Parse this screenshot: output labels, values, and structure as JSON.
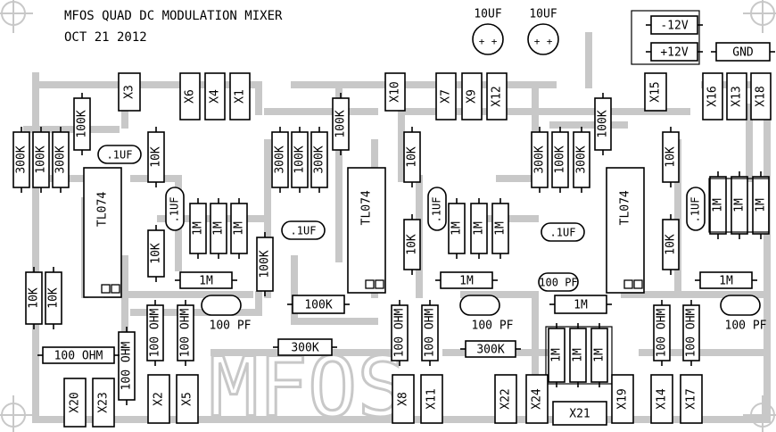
{
  "title": {
    "line1": "MFOS QUAD DC MODULATION MIXER",
    "line2": "OCT 21 2012"
  },
  "watermark": "MFOS",
  "colors": {
    "traces": "#c8c8c8",
    "ink": "#000000",
    "background": "#ffffff"
  },
  "power_labels": {
    "neg": "-12V",
    "pos": "+12V",
    "gnd": "GND"
  },
  "electrolytics": [
    "10UF",
    "10UF"
  ],
  "chips": [
    "TL074",
    "TL074",
    "TL074"
  ],
  "small_caps": [
    ".1UF",
    ".1UF",
    ".1UF",
    ".1UF",
    ".1UF",
    ".1UF"
  ],
  "pf_caps": [
    "100 PF",
    "100 PF",
    "100 PF",
    "100 PF"
  ],
  "resistors": {
    "r300k": "300K",
    "r100k": "100K",
    "r10k": "10K",
    "r1m": "1M",
    "r100ohm": "100 OHM"
  },
  "connectors": [
    "X1",
    "X2",
    "X3",
    "X4",
    "X5",
    "X6",
    "X7",
    "X8",
    "X9",
    "X10",
    "X11",
    "X12",
    "X13",
    "X14",
    "X15",
    "X16",
    "X17",
    "X18",
    "X19",
    "X20",
    "X21",
    "X22",
    "X23",
    "X24"
  ]
}
